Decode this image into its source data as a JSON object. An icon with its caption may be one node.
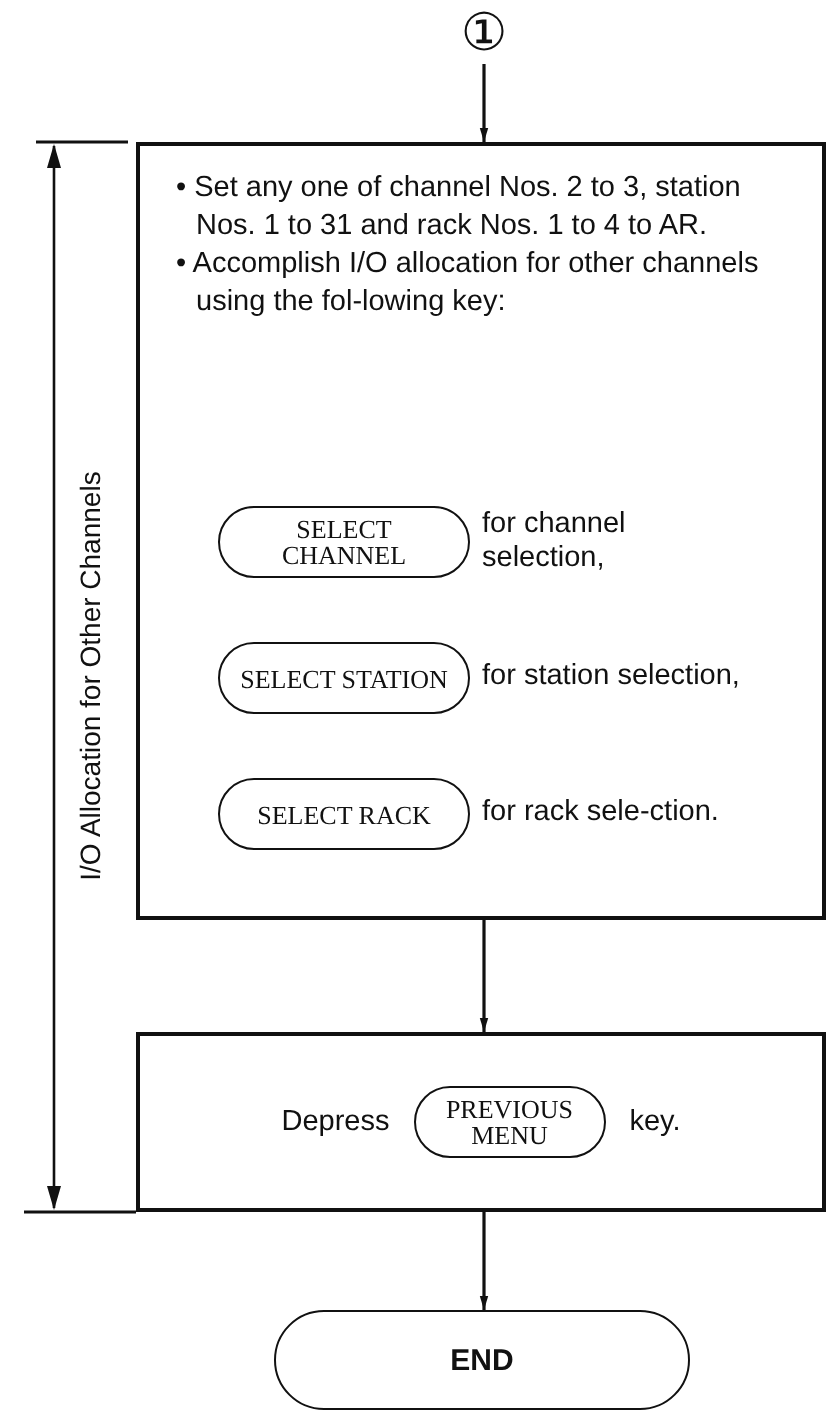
{
  "diagram": {
    "nodes": [
      {
        "text": [
          "①"
        ]
      },
      {
        "text": [
          "• Set any one of channel Nos. 2 to 3, station Nos. 1 to 31 and rack Nos. 1 to 4 to AR.",
          "• Accomplish I/O allocation for other channels using the fol-lowing key:"
        ]
      },
      {
        "text": [
          "SELECT CHANNEL"
        ],
        "in": 1,
        "beside": [
          "for channel selection,"
        ]
      },
      {
        "text": [
          "SELECT STATION"
        ],
        "in": 1,
        "beside": [
          "for station selection,"
        ]
      },
      {
        "text": [
          "SELECT RACK"
        ],
        "in": 1,
        "beside": [
          "for rack sele-ction."
        ]
      },
      {
        "text": [
          "Depress",
          "key."
        ]
      },
      {
        "text": [
          "PREVIOUS MENU"
        ],
        "in": 5
      },
      {
        "text": [
          "END"
        ]
      }
    ],
    "edges": [
      {
        "from": 0,
        "to": 1,
        "arrow": "to"
      },
      {
        "from": 1,
        "to": 5,
        "arrow": "to"
      },
      {
        "from": 5,
        "to": 7,
        "arrow": "to"
      }
    ],
    "labels": [
      "I/O Allocation for Other Channels"
    ]
  }
}
